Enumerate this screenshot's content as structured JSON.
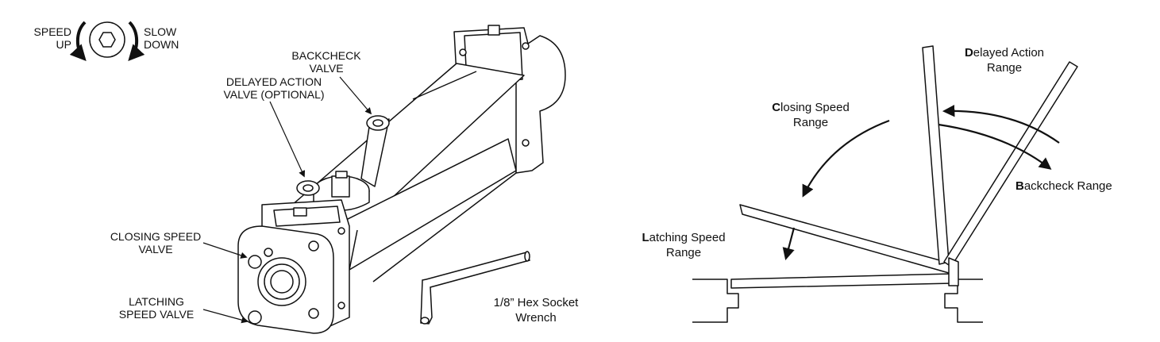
{
  "adjust_legend": {
    "speed_up": [
      "SPEED",
      "UP"
    ],
    "slow_down": [
      "SLOW",
      "DOWN"
    ]
  },
  "closer_callouts": {
    "backcheck": [
      "BACKCHECK",
      "VALVE"
    ],
    "delayed_action": [
      "DELAYED ACTION",
      "VALVE (OPTIONAL)"
    ],
    "closing_speed": [
      "CLOSING SPEED",
      "VALVE"
    ],
    "latching_speed": [
      "LATCHING",
      "SPEED VALVE"
    ]
  },
  "wrench_label": [
    "1/8” Hex Socket",
    "Wrench"
  ],
  "door_ranges": {
    "delayed_action": {
      "initial": "D",
      "rest": "elayed Action",
      "line2": "Range"
    },
    "closing_speed": {
      "initial": "C",
      "rest": "losing Speed",
      "line2": "Range"
    },
    "backcheck": {
      "initial": "B",
      "rest": "ackcheck Range"
    },
    "latching_speed": {
      "initial": "L",
      "rest": "atching Speed",
      "line2": "Range"
    }
  }
}
